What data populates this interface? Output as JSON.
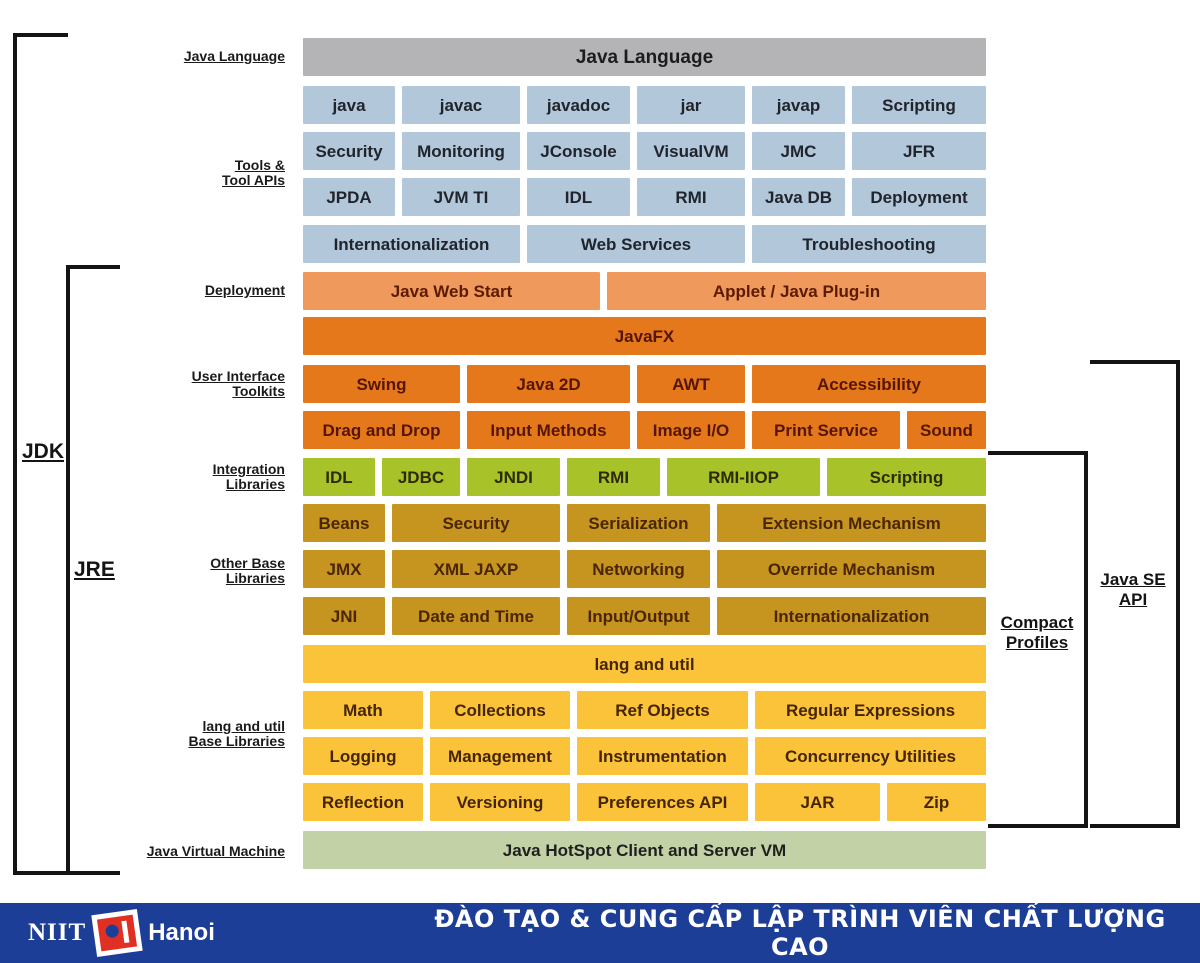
{
  "boxes": {
    "header": "Java Language",
    "tools1": [
      "java",
      "javac",
      "javadoc",
      "jar",
      "javap",
      "Scripting"
    ],
    "tools2": [
      "Security",
      "Monitoring",
      "JConsole",
      "VisualVM",
      "JMC",
      "JFR"
    ],
    "tools3": [
      "JPDA",
      "JVM TI",
      "IDL",
      "RMI",
      "Java DB",
      "Deployment"
    ],
    "tools4": [
      "Internationalization",
      "Web Services",
      "Troubleshooting"
    ],
    "deployment": [
      "Java Web Start",
      "Applet / Java Plug-in"
    ],
    "javafx": "JavaFX",
    "ui1": [
      "Swing",
      "Java 2D",
      "AWT",
      "Accessibility"
    ],
    "ui2": [
      "Drag and Drop",
      "Input Methods",
      "Image I/O",
      "Print Service",
      "Sound"
    ],
    "integration": [
      "IDL",
      "JDBC",
      "JNDI",
      "RMI",
      "RMI-IIOP",
      "Scripting"
    ],
    "base1": [
      "Beans",
      "Security",
      "Serialization",
      "Extension Mechanism"
    ],
    "base2": [
      "JMX",
      "XML JAXP",
      "Networking",
      "Override Mechanism"
    ],
    "base3": [
      "JNI",
      "Date and Time",
      "Input/Output",
      "Internationalization"
    ],
    "langutil_header": "lang and util",
    "lang1": [
      "Math",
      "Collections",
      "Ref Objects",
      "Regular Expressions"
    ],
    "lang2": [
      "Logging",
      "Management",
      "Instrumentation",
      "Concurrency Utilities"
    ],
    "lang3": [
      "Reflection",
      "Versioning",
      "Preferences API",
      "JAR",
      "Zip"
    ],
    "vm": "Java HotSpot Client and Server VM"
  },
  "side_labels": {
    "java_language": "Java Language",
    "tools_line1": "Tools &",
    "tools_line2": "Tool APIs",
    "deployment": "Deployment",
    "ui_line1": "User Interface",
    "ui_line2": "Toolkits",
    "integration_line1": "Integration",
    "integration_line2": "Libraries",
    "base_line1": "Other Base",
    "base_line2": "Libraries",
    "lang_line1": "lang and util",
    "lang_line2": "Base Libraries",
    "jvm": "Java Virtual Machine"
  },
  "brackets": {
    "jdk": "JDK",
    "jre": "JRE",
    "compact_line1": "Compact",
    "compact_line2": "Profiles",
    "javase_line1": "Java SE",
    "javase_line2": "API"
  },
  "footer": {
    "brand": "NIIT",
    "city": "Hanoi",
    "slogan": "ĐÀO TẠO & CUNG CẤP LẬP TRÌNH VIÊN CHẤT LƯỢNG CAO"
  },
  "colors": {
    "header_gray": "#b4b4b6",
    "tools_blue": "#b2c7d9",
    "deployment_orange_light": "#f0995c",
    "ui_orange": "#e5781b",
    "integration_green": "#a8c32a",
    "base_gold": "#c6951f",
    "lang_yellow": "#fbc339",
    "vm_green": "#c3d2a6",
    "banner_blue": "#1d3e97",
    "logo_red": "#e03024",
    "bracket_black": "#141414"
  }
}
